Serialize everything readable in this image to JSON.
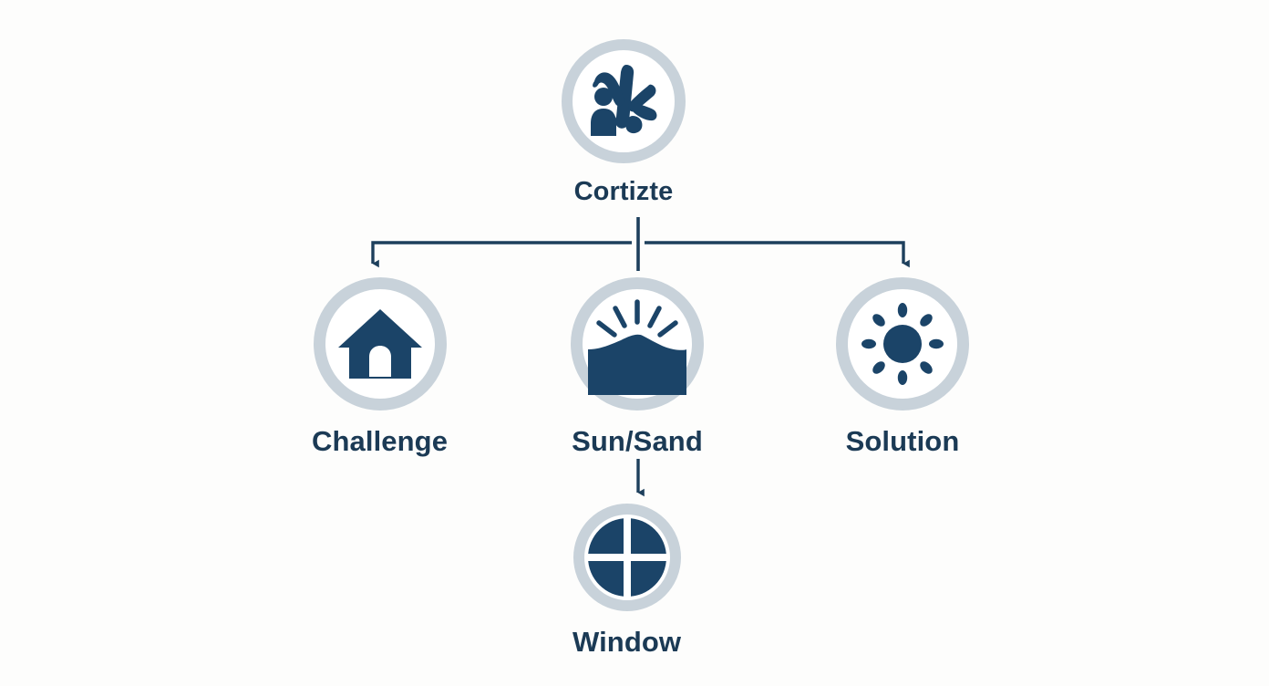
{
  "diagram": {
    "type": "hierarchy-tree",
    "background_color": "#fdfdfc",
    "ring_color": "#c8d2da",
    "icon_color": "#1b4468",
    "label_color": "#1b3a55",
    "connector_color": "#1d3f5c",
    "root": {
      "id": "cortizte",
      "label": "Cortizte",
      "icon": "plant-person-icon"
    },
    "children": [
      {
        "id": "challenge",
        "label": "Challenge",
        "icon": "house-icon"
      },
      {
        "id": "sunsand",
        "label": "Sun/Sand",
        "icon": "sun-over-dune-icon"
      },
      {
        "id": "solution",
        "label": "Solution",
        "icon": "sun-icon"
      }
    ],
    "grandchildren": [
      {
        "id": "window",
        "label": "Window",
        "icon": "round-window-icon",
        "parent": "sunsand"
      }
    ],
    "connectors": [
      {
        "from": "cortizte",
        "to": "challenge",
        "style": "elbow-arrow"
      },
      {
        "from": "cortizte",
        "to": "sunsand",
        "style": "straight-line"
      },
      {
        "from": "cortizte",
        "to": "solution",
        "style": "elbow-arrow"
      },
      {
        "from": "sunsand",
        "to": "window",
        "style": "straight-arrow"
      }
    ]
  }
}
